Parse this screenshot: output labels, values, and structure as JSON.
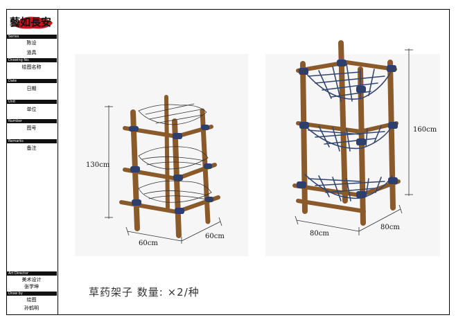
{
  "sidebar": {
    "logo_text": "藝如長安",
    "fields": [
      {
        "label": "Series",
        "value": "陈设"
      },
      {
        "label": "",
        "value": "道具"
      },
      {
        "label": "Drawing  No.",
        "value": "绘图名称"
      },
      {
        "label": "Date",
        "value": "日期"
      },
      {
        "label": "Unit",
        "value": "单位"
      },
      {
        "label": "Number",
        "value": "图号"
      },
      {
        "label": "Remarks",
        "value": "备注"
      }
    ],
    "art_label": "Art Director",
    "art_title": "美术设计",
    "art_name": "张学坤",
    "draw_label": "Draw by",
    "draw_title": "绘图",
    "draw_name": "孙鹤明"
  },
  "dimensions": {
    "left_height": "130cm",
    "left_width": "60cm",
    "left_depth": "60cm",
    "right_height": "160cm",
    "right_width": "80cm",
    "right_depth": "80cm"
  },
  "caption": "草药架子 数量: ×2/种",
  "colors": {
    "wood": "#8a5a2b",
    "rope": "#2f3f6b",
    "net": "#34466e"
  }
}
